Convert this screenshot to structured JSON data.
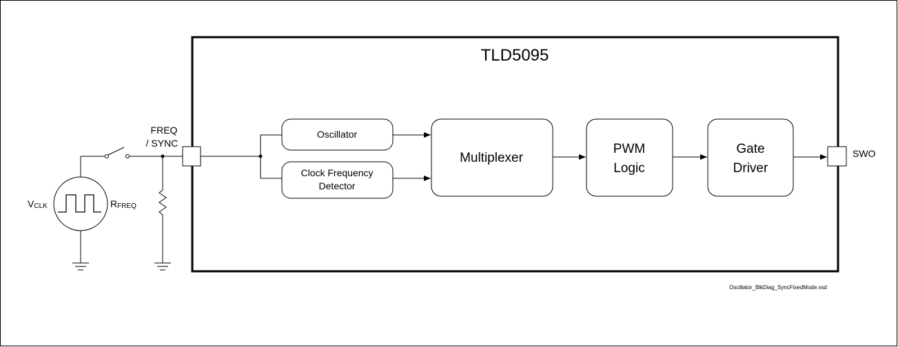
{
  "chip": {
    "name": "TLD5095"
  },
  "blocks": {
    "oscillator": "Oscillator",
    "clock_detector": [
      "Clock Frequency",
      "Detector"
    ],
    "multiplexer": "Multiplexer",
    "pwm_logic": [
      "PWM",
      "Logic"
    ],
    "gate_driver": [
      "Gate",
      "Driver"
    ]
  },
  "pins": {
    "freq_sync": [
      "FREQ",
      "/ SYNC"
    ],
    "swo": "SWO"
  },
  "external": {
    "vclk": {
      "main": "V",
      "sub": "CLK"
    },
    "rfreq": {
      "main": "R",
      "sub": "FREQ"
    }
  },
  "footer": {
    "filename": "Oscillator_BlkDiag_SyncFixedMode.vsd"
  }
}
